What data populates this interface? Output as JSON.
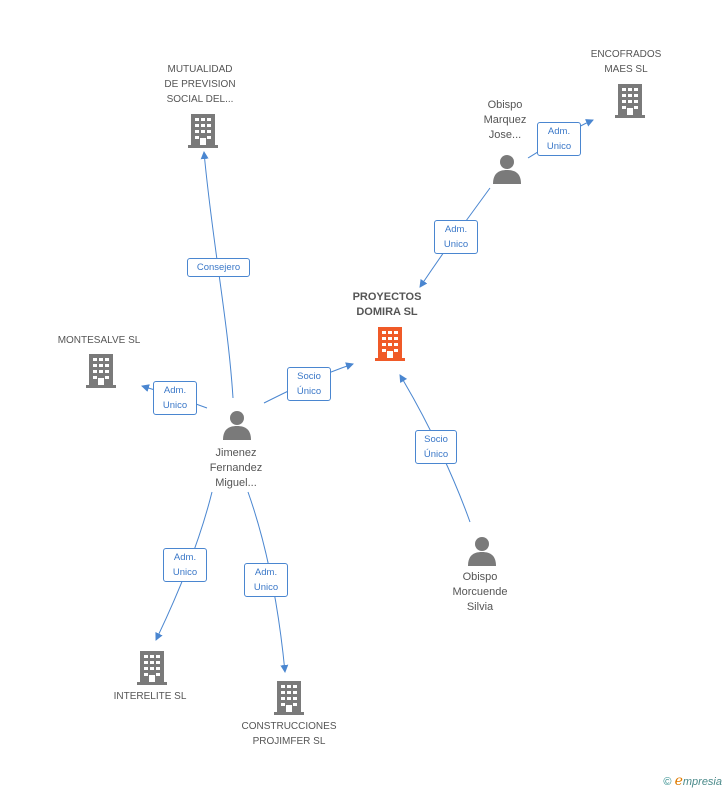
{
  "colors": {
    "edge": "#4a86d0",
    "building": "#7a7a7a",
    "building_main": "#f05a28",
    "person": "#7a7a7a"
  },
  "nodes": {
    "mutualidad": {
      "label": "MUTUALIDAD\nDE PREVISION\nSOCIAL DEL...",
      "icon": "building-icon"
    },
    "encofrados": {
      "label": "ENCOFRADOS\nMAES SL",
      "icon": "building-icon"
    },
    "obispo_marquez": {
      "label": "Obispo\nMarquez\nJose...",
      "icon": "person-icon"
    },
    "proyectos": {
      "label": "PROYECTOS\nDOMIRA SL",
      "icon": "building-icon"
    },
    "montesalve": {
      "label": "MONTESALVE SL",
      "icon": "building-icon"
    },
    "jimenez": {
      "label": "Jimenez\nFernandez\nMiguel...",
      "icon": "person-icon"
    },
    "obispo_morcuende": {
      "label": "Obispo\nMorcuende\nSilvia",
      "icon": "person-icon"
    },
    "interelite": {
      "label": "INTERELITE SL",
      "icon": "building-icon"
    },
    "construcciones": {
      "label": "CONSTRUCCIONES\nPROJIMFER SL",
      "icon": "building-icon"
    }
  },
  "edges": {
    "consejero": "Consejero",
    "adm_encofrados": "Adm.\nUnico",
    "adm_proyectos": "Adm.\nUnico",
    "adm_montesalve": "Adm.\nUnico",
    "socio_jimenez": "Socio\nÚnico",
    "socio_morcuende": "Socio\nÚnico",
    "adm_interelite": "Adm.\nUnico",
    "adm_construcciones": "Adm.\nUnico"
  },
  "footer": {
    "copyright": "©",
    "brand_initial": "e",
    "brand_rest": "mpresia"
  }
}
